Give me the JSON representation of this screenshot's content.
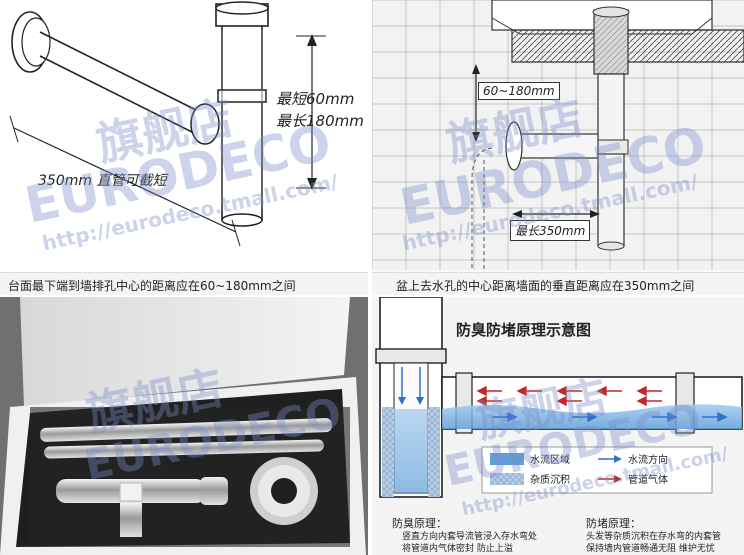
{
  "panel_top_left": {
    "label_min": "最短60mm",
    "label_max": "最长180mm",
    "label_length": "350mm 直管可截短",
    "caption": "台面最下端到墙排孔中心的距离应在60~180mm之间"
  },
  "panel_top_right": {
    "label_range": "60~180mm",
    "label_max": "最长350mm",
    "caption": "盆上去水孔的中心距离墙面的垂直距离应在350mm之间"
  },
  "panel_bottom_right": {
    "title": "防臭防堵原理示意图",
    "legend": [
      {
        "label": "水流区域",
        "swatch": "#5f9fd8"
      },
      {
        "label": "杂质沉积",
        "swatch": "#b9cde4"
      },
      {
        "label": "水流方向",
        "swatch": "#2f6fd0"
      },
      {
        "label": "管道气体",
        "swatch": "#c0282a"
      }
    ],
    "odor_title": "防臭原理：",
    "odor_text_1": "竖直方向内套导流管浸入存水弯处",
    "odor_text_2": "将管道内气体密封  防止上溢",
    "clog_title": "防堵原理：",
    "clog_text_1": "头发等杂质沉积在存水弯的内套管",
    "clog_text_2": "保持墙内管道畅通无阻  维护无忧"
  },
  "watermark": {
    "line1": "旗舰店",
    "line2": "EURODECO",
    "line3": "http://eurodeco.tmall.com/"
  },
  "colors": {
    "water": "#5f9fd8",
    "gas": "#c0282a",
    "flow": "#2f6fd0",
    "watermark": "#8c9fd4"
  }
}
